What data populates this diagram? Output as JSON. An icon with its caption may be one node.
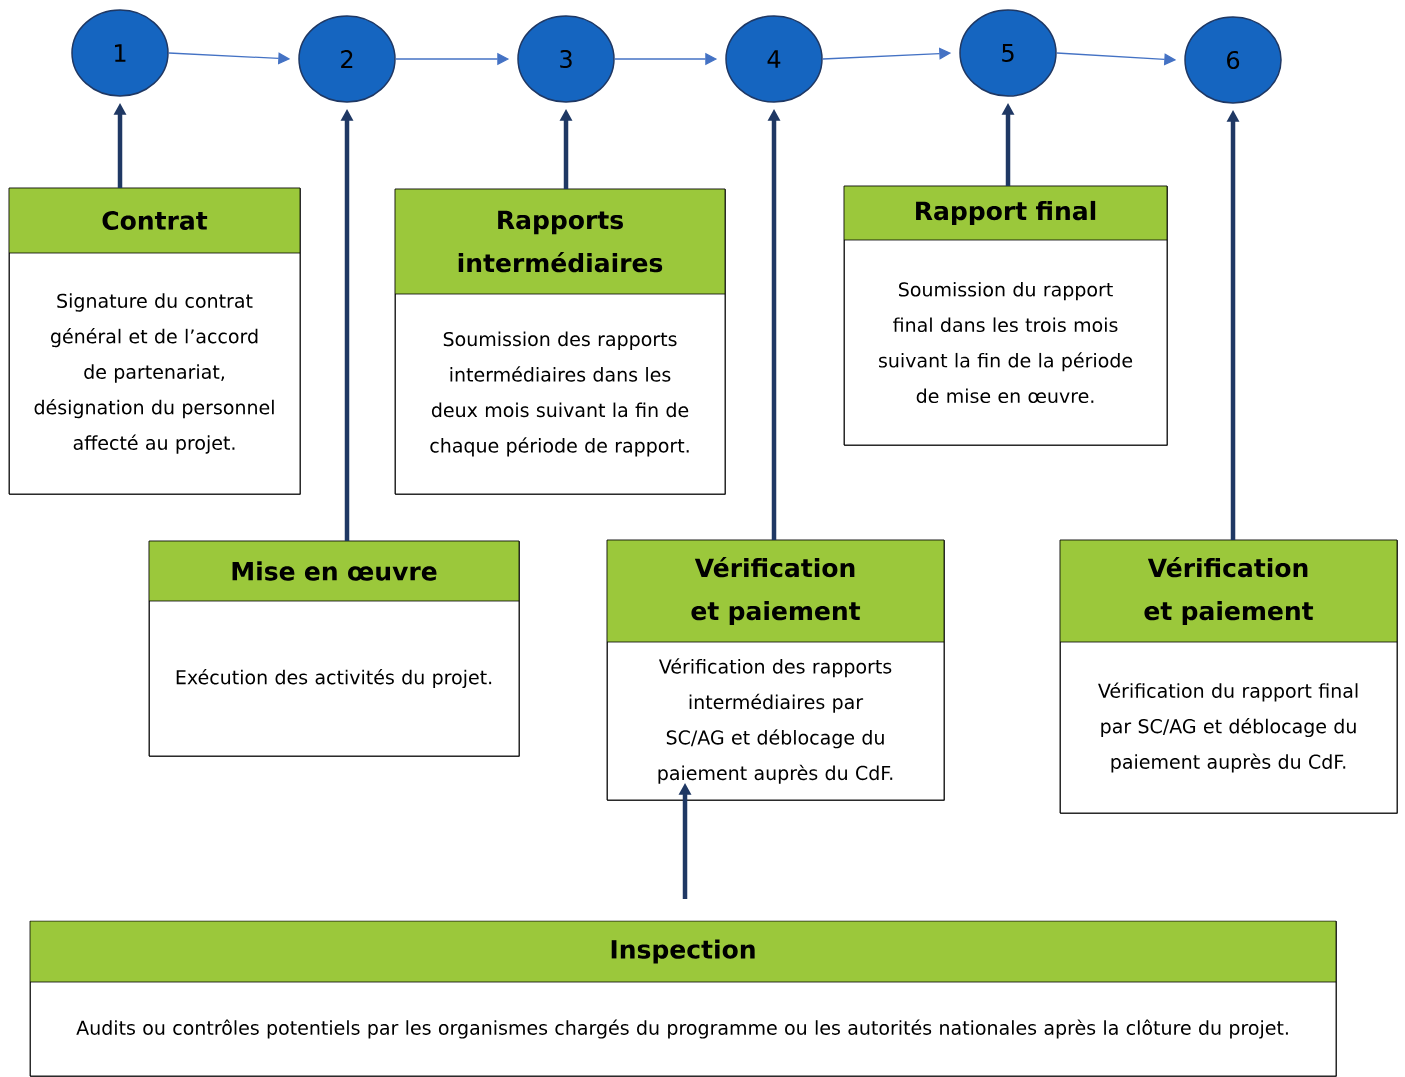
{
  "diagram": {
    "nodes": [
      {
        "text": [
          "1"
        ]
      },
      {
        "text": [
          "2"
        ]
      },
      {
        "text": [
          "3"
        ]
      },
      {
        "text": [
          "4"
        ]
      },
      {
        "text": [
          "5"
        ]
      },
      {
        "text": [
          "6"
        ]
      },
      {
        "text": [
          "Contrat",
          "Signature du contrat général et de l’accord de partenariat, désignation du personnel affecté au projet."
        ]
      },
      {
        "text": [
          "Mise en œuvre",
          "Exécution des activités du projet."
        ]
      },
      {
        "text": [
          "Rapports intermédiaires",
          "Soumission des rapports intermédiaires dans les deux mois suivant la fin de chaque période de rapport."
        ]
      },
      {
        "text": [
          "Vérification et paiement",
          "Vérification des rapports intermédiaires par SC/AG et déblocage du paiement auprès du CdF."
        ]
      },
      {
        "text": [
          "Rapport final",
          "Soumission du rapport final dans les trois mois suivant la fin de la période de mise en œuvre."
        ]
      },
      {
        "text": [
          "Vérification et paiement",
          "Vérification du rapport final par SC/AG et déblocage du paiement auprès du CdF."
        ]
      },
      {
        "text": [
          "Inspection",
          "Audits ou contrôles potentiels par les organismes chargés du programme ou les autorités nationales après la clôture du projet."
        ]
      }
    ],
    "edges": [
      {
        "from": 0,
        "to": 1,
        "arrow": "to",
        "color": "#4472c4"
      },
      {
        "from": 1,
        "to": 2,
        "arrow": "to",
        "color": "#4472c4"
      },
      {
        "from": 2,
        "to": 3,
        "arrow": "to",
        "color": "#4472c4"
      },
      {
        "from": 3,
        "to": 4,
        "arrow": "to",
        "color": "#4472c4"
      },
      {
        "from": 4,
        "to": 5,
        "arrow": "to",
        "color": "#4472c4"
      },
      {
        "from": 6,
        "to": 0,
        "arrow": "to"
      },
      {
        "from": 7,
        "to": 1,
        "arrow": "to"
      },
      {
        "from": 8,
        "to": 2,
        "arrow": "to"
      },
      {
        "from": 9,
        "to": 3,
        "arrow": "to"
      },
      {
        "from": 10,
        "to": 4,
        "arrow": "to"
      },
      {
        "from": 11,
        "to": 5,
        "arrow": "to"
      },
      {
        "from": 12,
        "to": 9,
        "arrow": "to"
      }
    ]
  }
}
